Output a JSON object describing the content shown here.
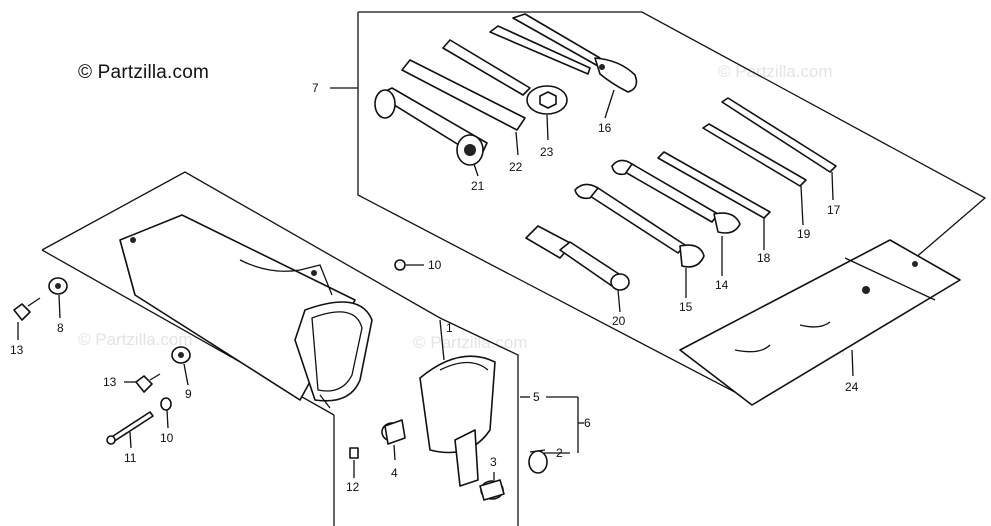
{
  "copyright": "© Partzilla.com",
  "watermark": "© Partzilla.com",
  "callouts": [
    "1",
    "2",
    "3",
    "4",
    "5",
    "6",
    "7",
    "8",
    "9",
    "10",
    "10",
    "11",
    "12",
    "13",
    "13",
    "14",
    "15",
    "16",
    "17",
    "18",
    "19",
    "20",
    "21",
    "22",
    "23",
    "24"
  ]
}
